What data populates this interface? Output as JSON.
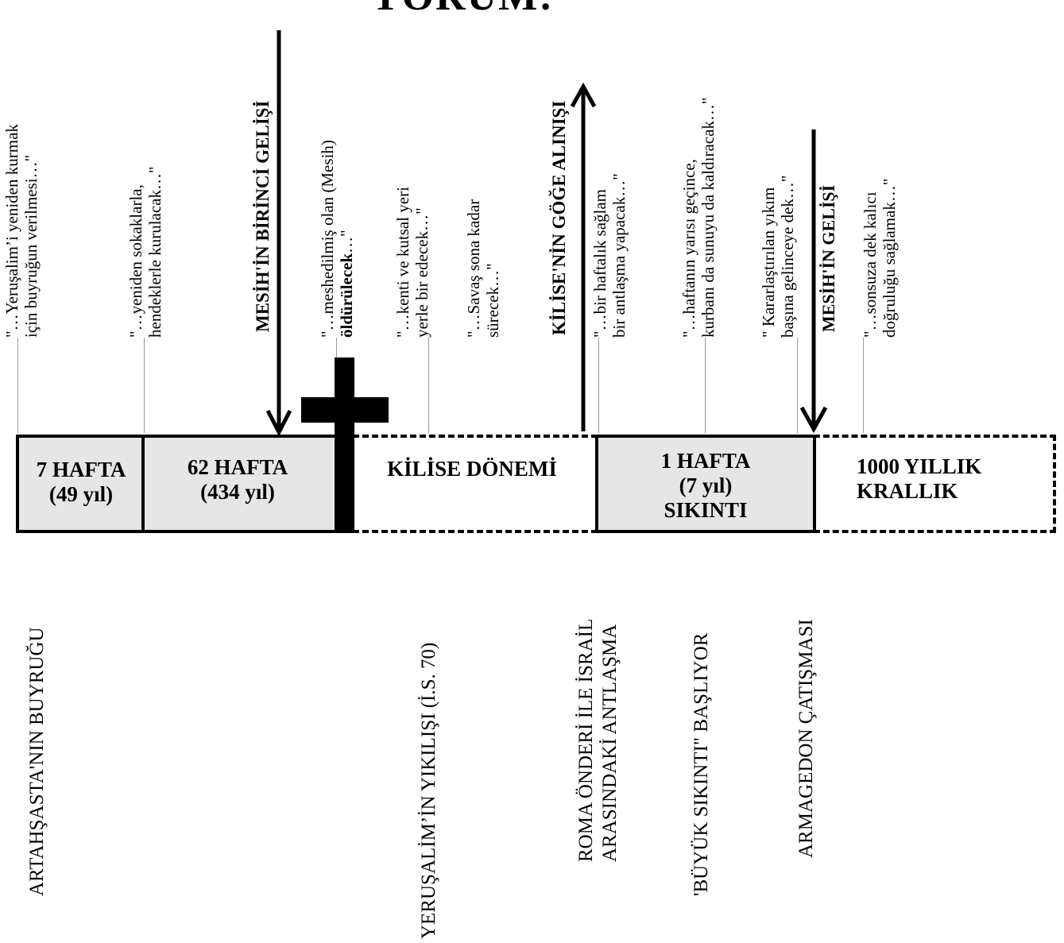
{
  "title": "YORUM:",
  "quotes": [
    {
      "line1": "\"…Yeruşalim’i yeniden kurmak",
      "line2": "için buyruğun verilmesi…\""
    },
    {
      "line1": "\"…yeniden sokaklarla,",
      "line2": "hendeklerle kurulacak…\""
    },
    {
      "line1": "\"…meshedilmiş olan (Mesih)",
      "line2_bold": "öldürülecek",
      "line2_rest": "…\""
    },
    {
      "line1": "\"…kenti ve kutsal yeri",
      "line2": "yerle bir edecek…\""
    },
    {
      "line1": "\"…Savaş sona kadar",
      "line2": "sürecek…\""
    },
    {
      "line1": "\"…bir haftalık sağlam",
      "line2": "bir antlaşma yapacak…\""
    },
    {
      "line1": "\"…haftanın yarısı geçince,",
      "line2": "kurbanı da sunuyu da kaldıracak…\""
    },
    {
      "line1": "\" Kararlaştırılan yıkım",
      "line2": "başına gelinceye dek…\""
    },
    {
      "line1": "\"…sonsuza dek kalıcı",
      "line2": "doğruluğu sağlamak…\""
    }
  ],
  "events": {
    "first_coming": "MESİH'İN BİRİNCİ GELİŞİ",
    "rapture": "KİLİSE'NİN GÖĞE ALINIŞI",
    "second_coming": "MESİH'İN GELİŞİ"
  },
  "segments": {
    "seven_weeks": {
      "line1": "7 HAFTA",
      "line2": "(49 yıl)"
    },
    "sixty_two_weeks": {
      "line1": "62 HAFTA",
      "line2": "(434 yıl)"
    },
    "church_age": {
      "line1": "KİLİSE DÖNEMİ"
    },
    "one_week": {
      "line1": "1 HAFTA",
      "line2": "(7 yıl)",
      "line3": "SIKINTI"
    },
    "millennium": {
      "line1": "1000 YILLIK",
      "line2": "KRALLIK"
    }
  },
  "bottom_labels": {
    "artaxerxes": "ARTAHŞASTA'NIN BUYRUĞU",
    "jerusalem_destroyed": "YERUŞALİM’İN YIKILIŞI  (İ.S. 70)",
    "covenant_line1": "ROMA ÖNDERİ İLE İSRAİL",
    "covenant_line2": "ARASINDAKİ ANTLAŞMA",
    "great_tribulation": "'BÜYÜK SIKINTI\" BAŞLIYOR",
    "armageddon": "ARMAGEDON ÇATIŞMASI"
  },
  "colors": {
    "box_fill": "#e6e6e6",
    "line": "#000000",
    "tick": "#9a9a9a"
  }
}
